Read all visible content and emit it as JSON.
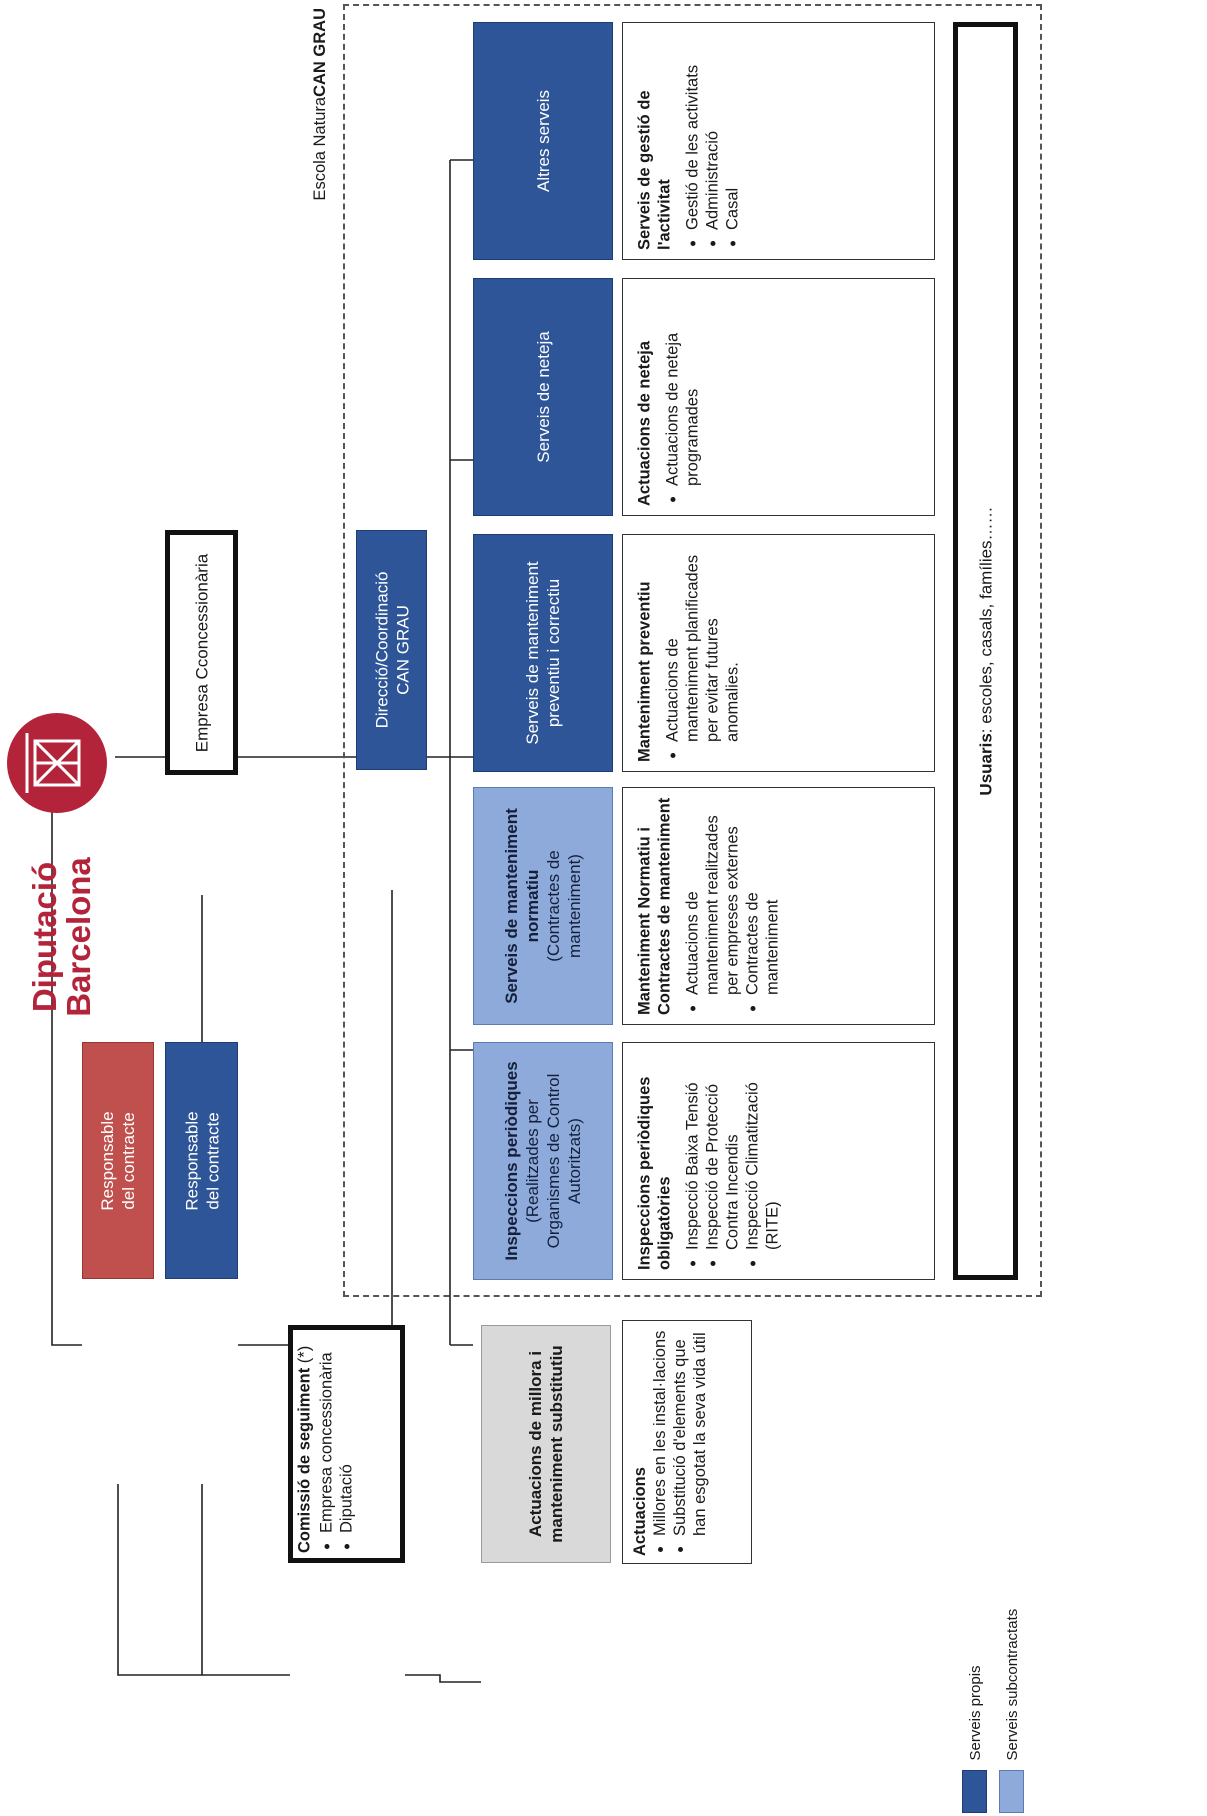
{
  "logo": {
    "line1": "Diputació",
    "line2": "Barcelona",
    "color": "#b3243b"
  },
  "colors": {
    "own_services": "#2e5597",
    "subcontracted": "#8eaadb",
    "client_contract_owner": "#c0504d",
    "improvement": "#d9d9d9"
  },
  "concessionaire": {
    "label": "Empresa Cconcessionària"
  },
  "contract_owner_diputacio": {
    "line1": "Responsable",
    "line2": "del contracte"
  },
  "contract_owner_company": {
    "line1": "Responsable",
    "line2": "del contracte"
  },
  "commission": {
    "title": "Comissió de seguiment",
    "suffix": " (*)",
    "items": [
      "Empresa concessionària",
      "Diputació"
    ]
  },
  "improvement": {
    "header": "Actuacions de millora i manteniment substitutiu",
    "title": "Actuacions",
    "items": [
      "Millores en les instal·lacions",
      "Substitució d'elements que han esgotat la seva vida útil"
    ]
  },
  "school": {
    "prefix": "Escola Natura ",
    "name": "CAN GRAU"
  },
  "direction": {
    "line1": "Direcció/Coordinació",
    "line2": "CAN GRAU"
  },
  "services": [
    {
      "header": "Inspeccions periòdiques",
      "header_sub": "(Realitzades per Organismes de Control Autoritzats)",
      "kind": "subcontracted",
      "detail_title": "Inspeccions periòdiques obligatòries",
      "items": [
        "Inspecció Baixa Tensió",
        "Inspecció de Protecció Contra Incendis",
        "Inspecció Climatització (RITE)"
      ]
    },
    {
      "header": "Serveis de manteniment normatiu",
      "header_sub": "(Contractes de manteniment)",
      "kind": "subcontracted",
      "detail_title": "Manteniment Normatiu i Contractes de manteniment",
      "items": [
        "Actuacions de manteniment realitzades per empreses externes",
        "Contractes de manteniment"
      ]
    },
    {
      "header": "Serveis de manteniment preventiu i correctiu",
      "header_sub": "",
      "kind": "own",
      "detail_title": "Manteniment preventiu",
      "items": [
        "Actuacions de manteniment planificades per evitar futures anomalies."
      ]
    },
    {
      "header": "Serveis de neteja",
      "header_sub": "",
      "kind": "own",
      "detail_title": "Actuacions de neteja",
      "items": [
        "Actuacions de neteja programades"
      ]
    },
    {
      "header": "Altres serveis",
      "header_sub": "",
      "kind": "own",
      "detail_title": "Serveis de gestió de l'activitat",
      "items": [
        "Gestió de les activitats",
        "Administració",
        "Casal"
      ]
    }
  ],
  "users": {
    "label": "Usuaris",
    "text": ": escoles, casals, famílies……"
  },
  "legend": {
    "own": "Serveis propis",
    "subcontracted": "Serveis subcontractats"
  }
}
